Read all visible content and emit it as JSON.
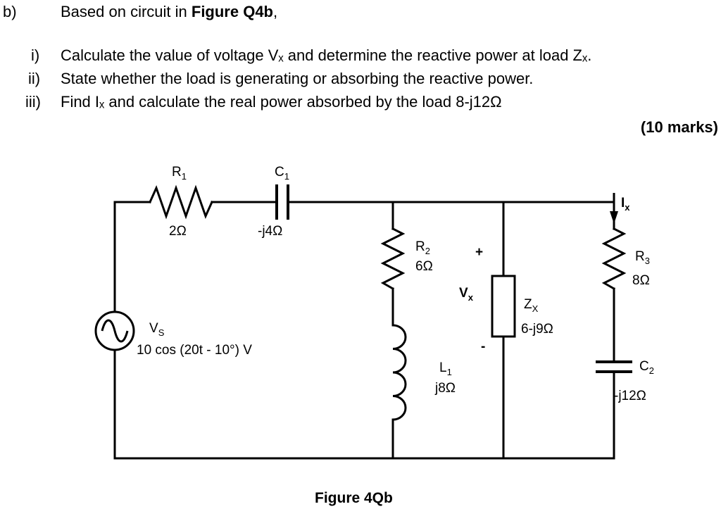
{
  "question": {
    "part_label": "b)",
    "intro_prefix": "Based on circuit in ",
    "intro_bold": "Figure Q4b",
    "intro_suffix": ",",
    "items": [
      {
        "num": "i)",
        "text": "Calculate the value of voltage Vₓ and determine the reactive power at load Zₓ."
      },
      {
        "num": "ii)",
        "text": "State whether the load is generating or absorbing the reactive power."
      },
      {
        "num": "iii)",
        "text": "Find Iₓ and calculate the real power absorbed by the load 8-j12Ω"
      }
    ],
    "marks": "(10 marks)"
  },
  "circuit": {
    "R1": {
      "name": "R",
      "sub": "1",
      "value": "2Ω"
    },
    "C1": {
      "name": "C",
      "sub": "1",
      "value": "-j4Ω"
    },
    "R2": {
      "name": "R",
      "sub": "2",
      "value": "6Ω"
    },
    "L1": {
      "name": "L",
      "sub": "1",
      "value": "j8Ω"
    },
    "ZX": {
      "name": "Z",
      "sub": "X",
      "value": "6-j9Ω"
    },
    "R3": {
      "name": "R",
      "sub": "3",
      "value": "8Ω"
    },
    "C2": {
      "name": "C",
      "sub": "2",
      "value": "-j12Ω"
    },
    "VS": {
      "name": "V",
      "sub": "S",
      "value": "10 cos (20t - 10°) V"
    },
    "VX": {
      "name": "V",
      "sub": "x",
      "plus": "+",
      "minus": "-"
    },
    "IX": {
      "name": "I",
      "sub": "x"
    }
  },
  "caption": "Figure 4Qb"
}
